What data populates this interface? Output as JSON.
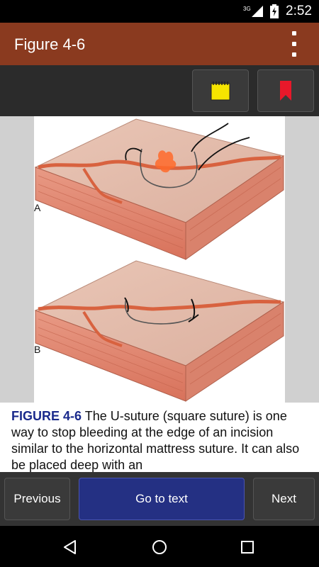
{
  "status_bar": {
    "network": "3G",
    "time": "2:52"
  },
  "app_bar": {
    "title": "Figure 4-6",
    "menu_icon": "overflow-menu-icon"
  },
  "toolbar": {
    "notes_icon": "notepad-icon",
    "notes_color": "#f5e400",
    "bookmark_icon": "bookmark-icon",
    "bookmark_color": "#e8182a"
  },
  "figure": {
    "panel_a_label": "A",
    "panel_b_label": "B"
  },
  "caption": {
    "label": "FIGURE 4-6",
    "text": " The U-suture (square suture) is one way to stop bleeding at the edge of an incision similar to the horizontal mattress suture. It can also be placed deep with an"
  },
  "nav": {
    "previous_label": "Previous",
    "go_to_text_label": "Go to text",
    "next_label": "Next"
  },
  "system_nav": {
    "back_icon": "back-icon",
    "home_icon": "home-icon",
    "recents_icon": "recents-icon"
  }
}
